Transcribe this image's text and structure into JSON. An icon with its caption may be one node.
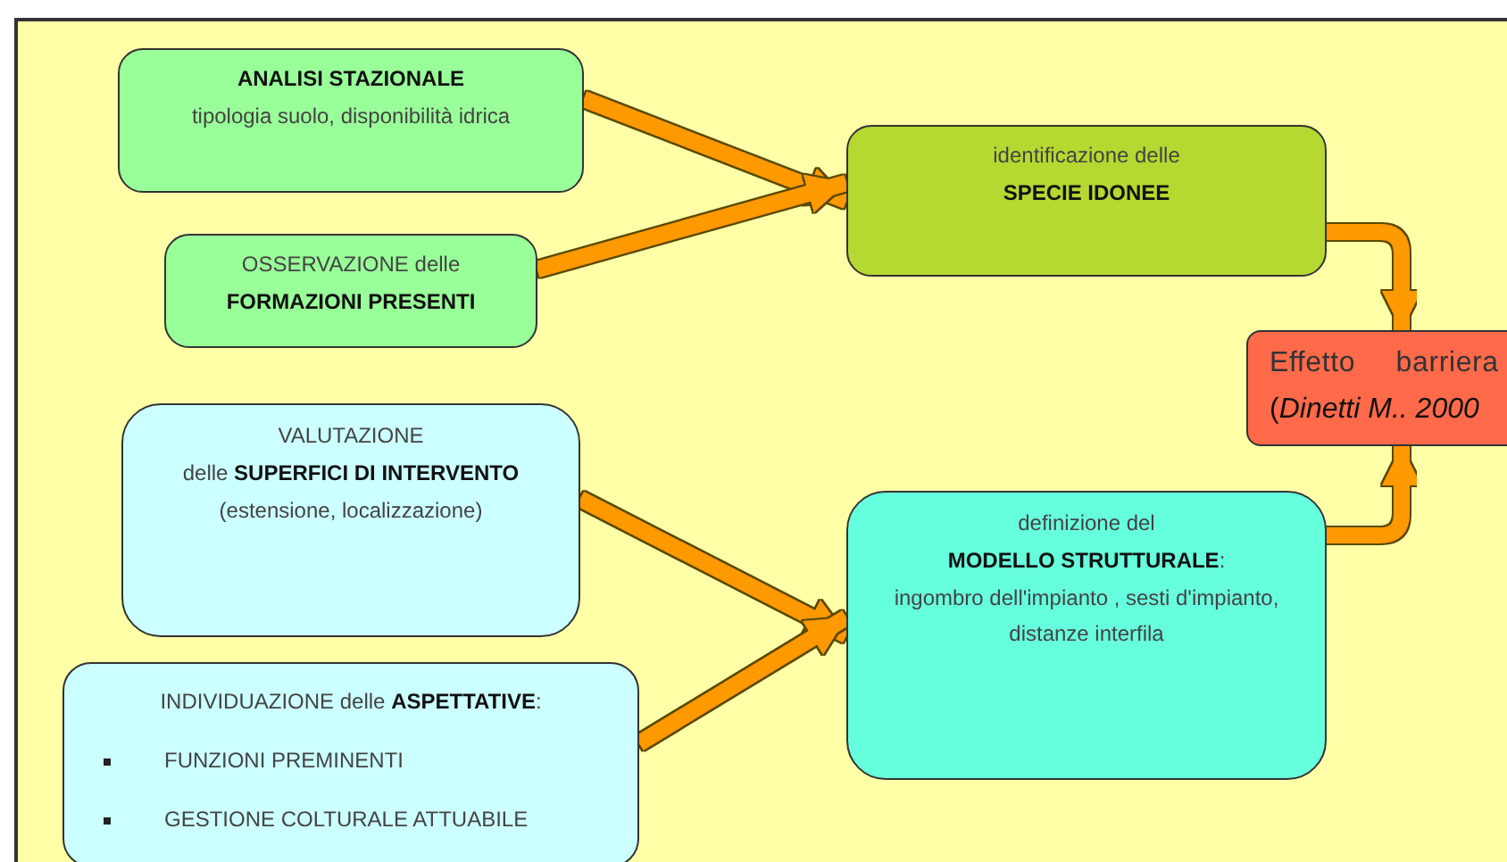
{
  "diagram": {
    "nodes": [
      {
        "text": [
          "ANALISI STAZIONALE",
          "tipologia suolo, disponibilità idrica"
        ]
      },
      {
        "text": [
          "OSSERVAZIONE delle",
          "FORMAZIONI PRESENTI"
        ]
      },
      {
        "text": [
          "identificazione delle",
          "SPECIE IDONEE"
        ]
      },
      {
        "text": [
          "VALUTAZIONE",
          "delle **SUPERFICI DI INTERVENTO**",
          "(estensione, localizzazione)"
        ]
      },
      {
        "text": [
          "INDIVIDUAZIONE delle **ASPETTATIVE**:",
          "FUNZIONI PREMINENTI",
          "GESTIONE COLTURALE ATTUABILE"
        ]
      },
      {
        "text": [
          "definizione del",
          "**MODELLO STRUTTURALE**:",
          "ingombro dell'impianto , sesti d'impianto, distanze interfila"
        ]
      },
      {
        "text": [
          "Effetto barriera",
          "(*Dinetti M.. 2000*"
        ]
      }
    ],
    "edges": [
      {
        "from": 0,
        "to": 2,
        "arrow": "to"
      },
      {
        "from": 1,
        "to": 2,
        "arrow": "to"
      },
      {
        "from": 3,
        "to": 5,
        "arrow": "to"
      },
      {
        "from": 4,
        "to": 5,
        "arrow": "to"
      },
      {
        "from": 2,
        "to": 6,
        "arrow": "to"
      },
      {
        "from": 5,
        "to": 6,
        "arrow": "to"
      }
    ]
  }
}
